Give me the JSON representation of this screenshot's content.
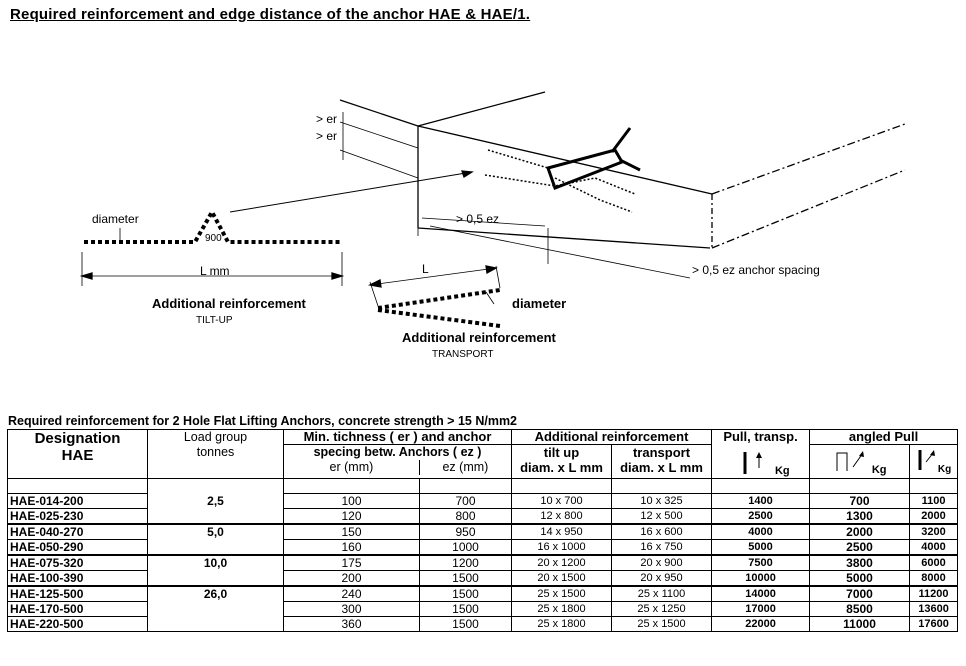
{
  "title": "Required reinforcement and edge distance of the anchor HAE & HAE/1.",
  "diagram": {
    "er_label_1": "> er",
    "er_label_2": "> er",
    "diameter_left": "diameter",
    "angle_label": "900",
    "length_left": "L mm",
    "caption_tiltup": "Additional reinforcement",
    "caption_tiltup_sub": "TILT-UP",
    "ez_half": "> 0,5 ez",
    "ez_anchor_spacing": "> 0,5 ez  anchor spacing",
    "length_transport": "L",
    "diameter_right": "diameter",
    "caption_transport": "Additional reinforcement",
    "caption_transport_sub": "TRANSPORT"
  },
  "table": {
    "caption": "Required reinforcement for 2 Hole Flat Lifting Anchors, concrete strength > 15 N/mm2",
    "headers": {
      "designation": "Designation",
      "designation_sub": "HAE",
      "load_group": "Load group",
      "load_group_sub": "tonnes",
      "min_thickness": "Min. tichness ( er ) and anchor",
      "min_thickness_sub": "specing betw. Anchors ( ez )",
      "er": "er  (mm)",
      "ez": "ez  (mm)",
      "additional": "Additional reinforcement",
      "tilt_up": "tilt up",
      "tilt_up_sub": "diam.  x L mm",
      "transport": "transport",
      "transport_sub": "diam.  x L mm",
      "pull": "Pull, transp.",
      "angled": "angled Pull",
      "kg1": "Kg",
      "kg2": "Kg",
      "kg3": "Kg"
    },
    "groups": [
      {
        "load": "2,5",
        "rows": [
          {
            "designation": "HAE-014-200",
            "er": "100",
            "ez": "700",
            "tilt": "10 x 700",
            "transport": "10 x 325",
            "pull": "1400",
            "angled1": "700",
            "angled2": "1100"
          },
          {
            "designation": "HAE-025-230",
            "er": "120",
            "ez": "800",
            "tilt": "12 x 800",
            "transport": "12 x 500",
            "pull": "2500",
            "angled1": "1300",
            "angled2": "2000"
          }
        ]
      },
      {
        "load": "5,0",
        "rows": [
          {
            "designation": "HAE-040-270",
            "er": "150",
            "ez": "950",
            "tilt": "14 x 950",
            "transport": "16 x 600",
            "pull": "4000",
            "angled1": "2000",
            "angled2": "3200"
          },
          {
            "designation": "HAE-050-290",
            "er": "160",
            "ez": "1000",
            "tilt": "16 x 1000",
            "transport": "16 x 750",
            "pull": "5000",
            "angled1": "2500",
            "angled2": "4000"
          }
        ]
      },
      {
        "load": "10,0",
        "rows": [
          {
            "designation": "HAE-075-320",
            "er": "175",
            "ez": "1200",
            "tilt": "20 x 1200",
            "transport": "20 x 900",
            "pull": "7500",
            "angled1": "3800",
            "angled2": "6000"
          },
          {
            "designation": "HAE-100-390",
            "er": "200",
            "ez": "1500",
            "tilt": "20 x 1500",
            "transport": "20 x 950",
            "pull": "10000",
            "angled1": "5000",
            "angled2": "8000"
          }
        ]
      },
      {
        "load": "26,0",
        "rows": [
          {
            "designation": "HAE-125-500",
            "er": "240",
            "ez": "1500",
            "tilt": "25 x 1500",
            "transport": "25 x 1100",
            "pull": "14000",
            "angled1": "7000",
            "angled2": "11200"
          },
          {
            "designation": "HAE-170-500",
            "er": "300",
            "ez": "1500",
            "tilt": "25 x 1800",
            "transport": "25 x 1250",
            "pull": "17000",
            "angled1": "8500",
            "angled2": "13600"
          },
          {
            "designation": "HAE-220-500",
            "er": "360",
            "ez": "1500",
            "tilt": "25 x 1800",
            "transport": "25 x 1500",
            "pull": "22000",
            "angled1": "11000",
            "angled2": "17600"
          }
        ]
      }
    ]
  }
}
